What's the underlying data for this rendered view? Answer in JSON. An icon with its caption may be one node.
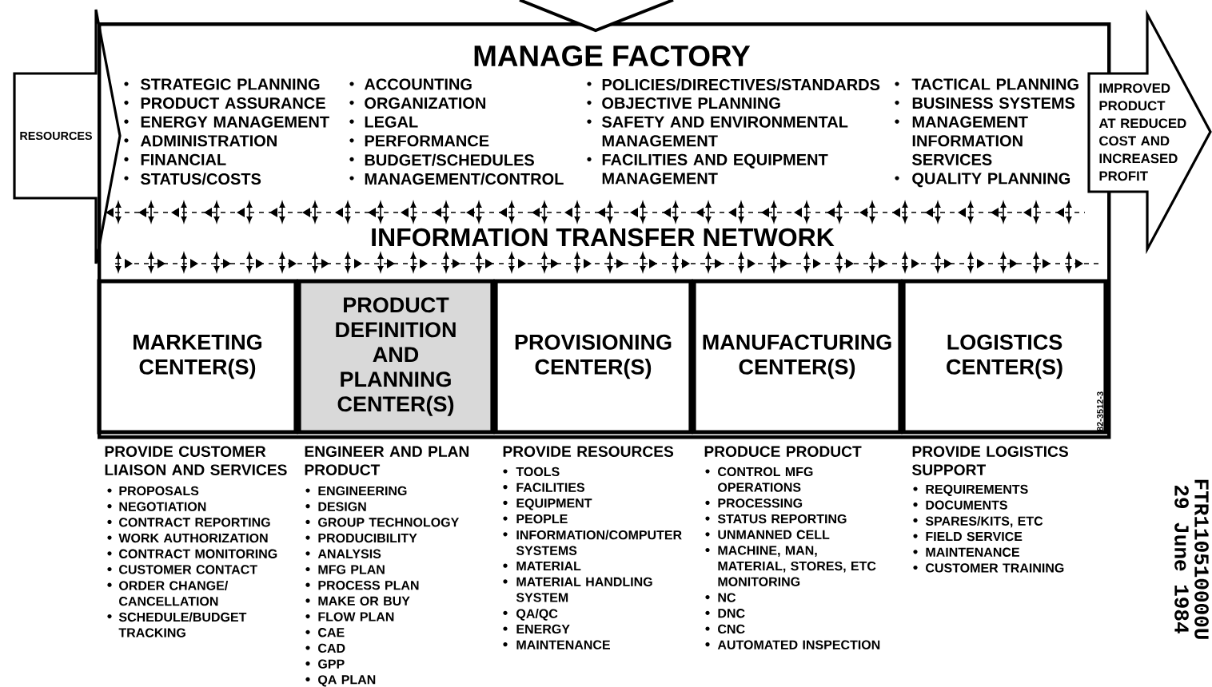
{
  "diagram": {
    "nodes": [
      {
        "text": [
          "MANAGE FACTORY",
          "STRATEGIC PLANNING",
          "PRODUCT ASSURANCE",
          "ENERGY MANAGEMENT",
          "ADMINISTRATION",
          "FINANCIAL",
          "STATUS/COSTS",
          "ACCOUNTING",
          "ORGANIZATION",
          "LEGAL",
          "PERFORMANCE",
          "BUDGET/SCHEDULES",
          "MANAGEMENT/CONTROL",
          "POLICIES/DIRECTIVES/STANDARDS",
          "OBJECTIVE PLANNING",
          "SAFETY AND ENVIRONMENTAL MANAGEMENT",
          "FACILITIES AND EQUIPMENT MANAGEMENT",
          "TACTICAL PLANNING",
          "BUSINESS SYSTEMS",
          "MANAGEMENT INFORMATION SERVICES",
          "QUALITY PLANNING"
        ]
      },
      {
        "text": [
          "INFORMATION TRANSFER NETWORK"
        ],
        "in": 0
      },
      {
        "text": [
          "MARKETING CENTER(S)"
        ],
        "in": 0,
        "beside": [
          "PROVIDE CUSTOMER LIAISON AND SERVICES",
          "PROPOSALS",
          "NEGOTIATION",
          "CONTRACT REPORTING",
          "WORK AUTHORIZATION",
          "CONTRACT MONITORING",
          "CUSTOMER CONTACT",
          "ORDER CHANGE/ CANCELLATION",
          "SCHEDULE/BUDGET TRACKING"
        ]
      },
      {
        "text": [
          "PRODUCT DEFINITION AND PLANNING CENTER(S)"
        ],
        "in": 0,
        "beside": [
          "ENGINEER AND PLAN PRODUCT",
          "ENGINEERING",
          "DESIGN",
          "GROUP TECHNOLOGY",
          "PRODUCIBILITY",
          "ANALYSIS",
          "MFG PLAN",
          "PROCESS PLAN",
          "MAKE OR BUY",
          "FLOW PLAN",
          "CAE",
          "CAD",
          "GPP",
          "QA PLAN"
        ]
      },
      {
        "text": [
          "PROVISIONING CENTER(S)"
        ],
        "in": 0,
        "beside": [
          "PROVIDE RESOURCES",
          "TOOLS",
          "FACILITIES",
          "EQUIPMENT",
          "PEOPLE",
          "INFORMATION/COMPUTER SYSTEMS",
          "MATERIAL",
          "MATERIAL HANDLING SYSTEM",
          "QA/QC",
          "ENERGY",
          "MAINTENANCE"
        ]
      },
      {
        "text": [
          "MANUFACTURING CENTER(S)"
        ],
        "in": 0,
        "beside": [
          "PRODUCE PRODUCT",
          "CONTROL MFG OPERATIONS",
          "PROCESSING",
          "STATUS REPORTING",
          "UNMANNED CELL",
          "MACHINE, MAN, MATERIAL, STORES, ETC MONITORING",
          "NC",
          "DNC",
          "CNC",
          "AUTOMATED INSPECTION"
        ]
      },
      {
        "text": [
          "LOGISTICS CENTER(S)"
        ],
        "in": 0,
        "beside": [
          "PROVIDE LOGISTICS SUPPORT",
          "REQUIREMENTS",
          "DOCUMENTS",
          "SPARES/KITS, ETC",
          "FIELD SERVICE",
          "MAINTENANCE",
          "CUSTOMER TRAINING"
        ]
      },
      {
        "text": [
          "RESOURCES"
        ]
      },
      {
        "text": [
          "IMPROVED PRODUCT AT REDUCED COST AND INCREASED PROFIT"
        ]
      }
    ],
    "labels": [
      "82-3512-3",
      "FTR110510000U",
      "29 June 1984"
    ]
  }
}
